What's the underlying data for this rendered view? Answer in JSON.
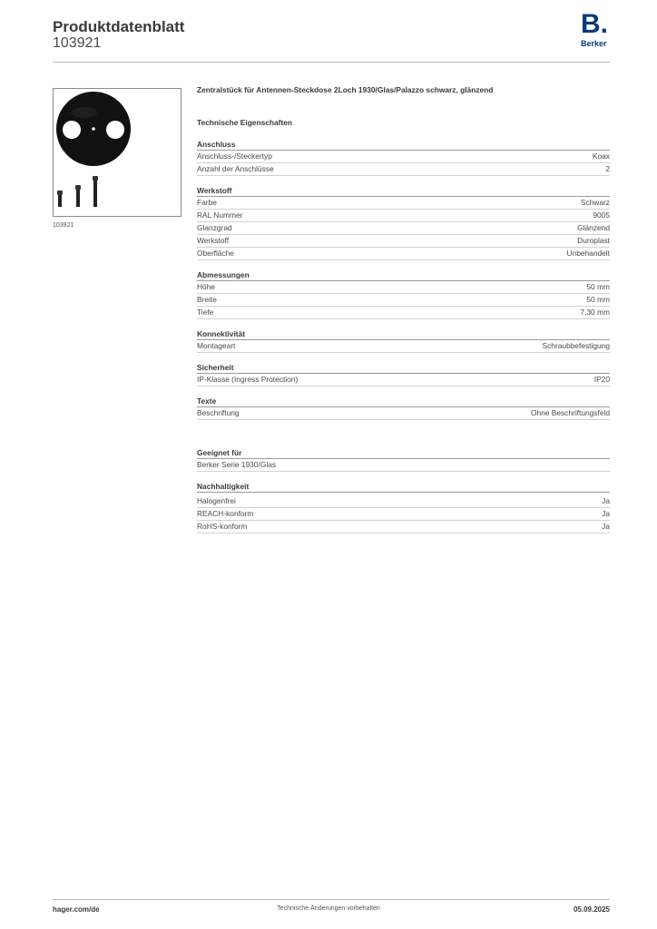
{
  "header": {
    "title": "Produktdatenblatt",
    "number": "103921",
    "logo_letter": "B.",
    "logo_text": "Berker",
    "brand_color": "#0a3a7a"
  },
  "image": {
    "caption": "103921"
  },
  "product_title": "Zentralstück für Antennen-Steckdose 2Loch 1930/Glas/Palazzo schwarz, glänzend",
  "tech_title": "Technische Eigenschaften",
  "sections": [
    {
      "title": "Anschluss",
      "rows": [
        {
          "label": "Anschluss-/Steckertyp",
          "value": "Koax"
        },
        {
          "label": "Anzahl der Anschlüsse",
          "value": "2"
        }
      ]
    },
    {
      "title": "Werkstoff",
      "rows": [
        {
          "label": "Farbe",
          "value": "Schwarz"
        },
        {
          "label": "RAL Nummer",
          "value": "9005"
        },
        {
          "label": "Glanzgrad",
          "value": "Glänzend"
        },
        {
          "label": "Werkstoff",
          "value": "Duroplast"
        },
        {
          "label": "Oberfläche",
          "value": "Unbehandelt"
        }
      ]
    },
    {
      "title": "Abmessungen",
      "rows": [
        {
          "label": "Höhe",
          "value": "50 mm"
        },
        {
          "label": "Breite",
          "value": "50 mm"
        },
        {
          "label": "Tiefe",
          "value": "7,30 mm"
        }
      ]
    },
    {
      "title": "Konnektivität",
      "rows": [
        {
          "label": "Montageart",
          "value": "Schraubbefestigung"
        }
      ]
    },
    {
      "title": "Sicherheit",
      "rows": [
        {
          "label": "IP-Klasse (Ingress Protection)",
          "value": "IP20"
        }
      ]
    },
    {
      "title": "Texte",
      "rows": [
        {
          "label": "Beschriftung",
          "value": "Ohne Beschriftungsfeld"
        }
      ]
    }
  ],
  "suitable": {
    "title": "Geeignet für",
    "rows": [
      {
        "label": "Berker Serie 1930/Glas",
        "value": ""
      }
    ]
  },
  "sustainability": {
    "title": "Nachhaltigkeit",
    "rows": [
      {
        "label": "Halogenfrei",
        "value": "Ja"
      },
      {
        "label": "REACH-konform",
        "value": "Ja"
      },
      {
        "label": "RoHS-konform",
        "value": "Ja"
      }
    ]
  },
  "footer": {
    "left": "hager.com/de",
    "center": "Technische Änderungen vorbehalten",
    "right": "05.09.2025"
  }
}
